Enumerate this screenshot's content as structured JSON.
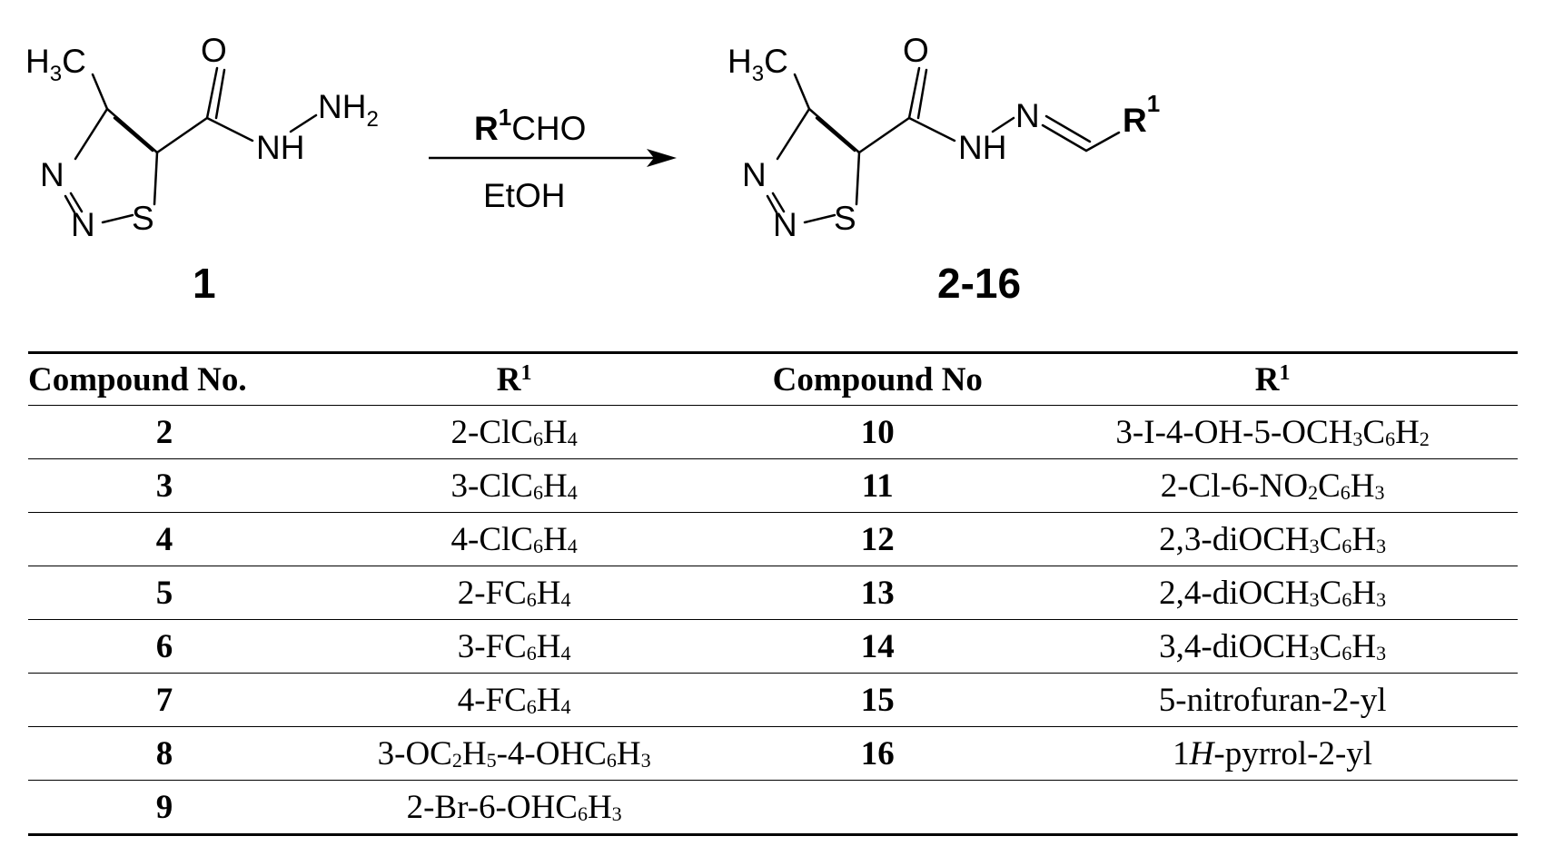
{
  "scheme": {
    "reactant": {
      "methyl": "H3C",
      "carbonyl_o": "O",
      "nh": "NH",
      "nh2": "NH2",
      "ring_n1": "N",
      "ring_n2": "N",
      "ring_s": "S",
      "label": "1"
    },
    "reagent": "R1CHO",
    "solvent": "EtOH",
    "product": {
      "methyl": "H3C",
      "carbonyl_o": "O",
      "nh": "NH",
      "imine_n": "N",
      "r_group": "R1",
      "ring_n1": "N",
      "ring_n2": "N",
      "ring_s": "S",
      "label": "2-16"
    }
  },
  "table": {
    "headers": [
      "Compound No.",
      "R1",
      "Compound No",
      "R1"
    ],
    "rows": [
      {
        "left_no": "2",
        "left_r": "2-ClC6H4",
        "right_no": "10",
        "right_r": "3-I-4-OH-5-OCH3C6H2"
      },
      {
        "left_no": "3",
        "left_r": "3-ClC6H4",
        "right_no": "11",
        "right_r": "2-Cl-6-NO2C6H3"
      },
      {
        "left_no": "4",
        "left_r": "4-ClC6H4",
        "right_no": "12",
        "right_r": "2,3-diOCH3C6H3"
      },
      {
        "left_no": "5",
        "left_r": "2-FC6H4",
        "right_no": "13",
        "right_r": "2,4-diOCH3C6H3"
      },
      {
        "left_no": "6",
        "left_r": "3-FC6H4",
        "right_no": "14",
        "right_r": "3,4-diOCH3C6H3"
      },
      {
        "left_no": "7",
        "left_r": "4-FC6H4",
        "right_no": "15",
        "right_r": "5-nitrofuran-2-yl"
      },
      {
        "left_no": "8",
        "left_r": "3-OC2H5-4-OHC6H3",
        "right_no": "16",
        "right_r": "1H-pyrrol-2-yl"
      },
      {
        "left_no": "9",
        "left_r": "2-Br-6-OHC6H3",
        "right_no": "",
        "right_r": ""
      }
    ]
  }
}
